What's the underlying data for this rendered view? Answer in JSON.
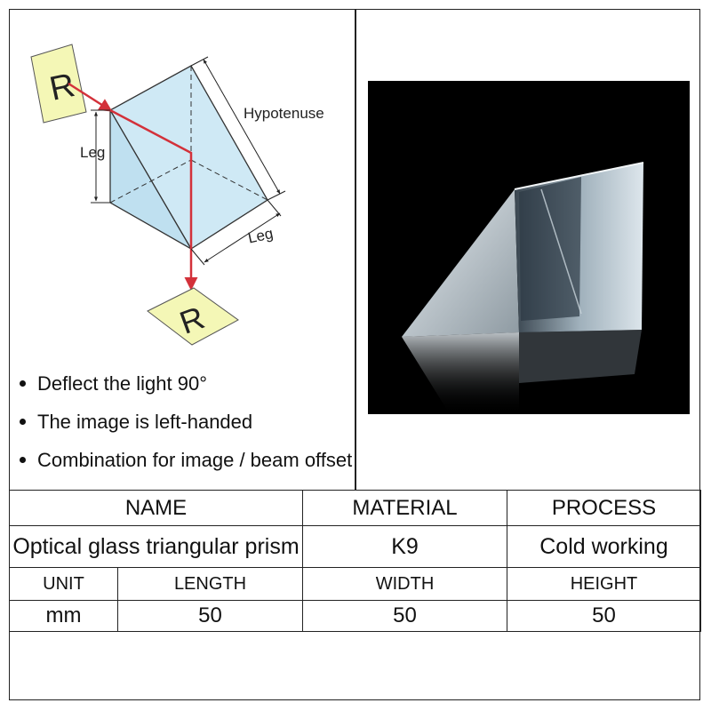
{
  "diagram": {
    "label_hypotenuse": "Hypotenuse",
    "label_leg_left": "Leg",
    "label_leg_bottom": "Leg",
    "card_letter": "R",
    "ray_color": "#d3313a",
    "card_color": "#f4f7b6",
    "prism_color": "#cfe9f5"
  },
  "features": [
    "Deflect the light 90°",
    "The image is left-handed",
    "Combination for image / beam offset"
  ],
  "table": {
    "header_row_1": [
      "NAME",
      "MATERIAL",
      "PROCESS"
    ],
    "value_row_1": [
      "Optical glass triangular prism",
      "K9",
      "Cold working"
    ],
    "header_row_2": [
      "UNIT",
      "LENGTH",
      "WIDTH",
      "HEIGHT"
    ],
    "value_row_2": [
      "mm",
      "50",
      "50",
      "50"
    ]
  }
}
